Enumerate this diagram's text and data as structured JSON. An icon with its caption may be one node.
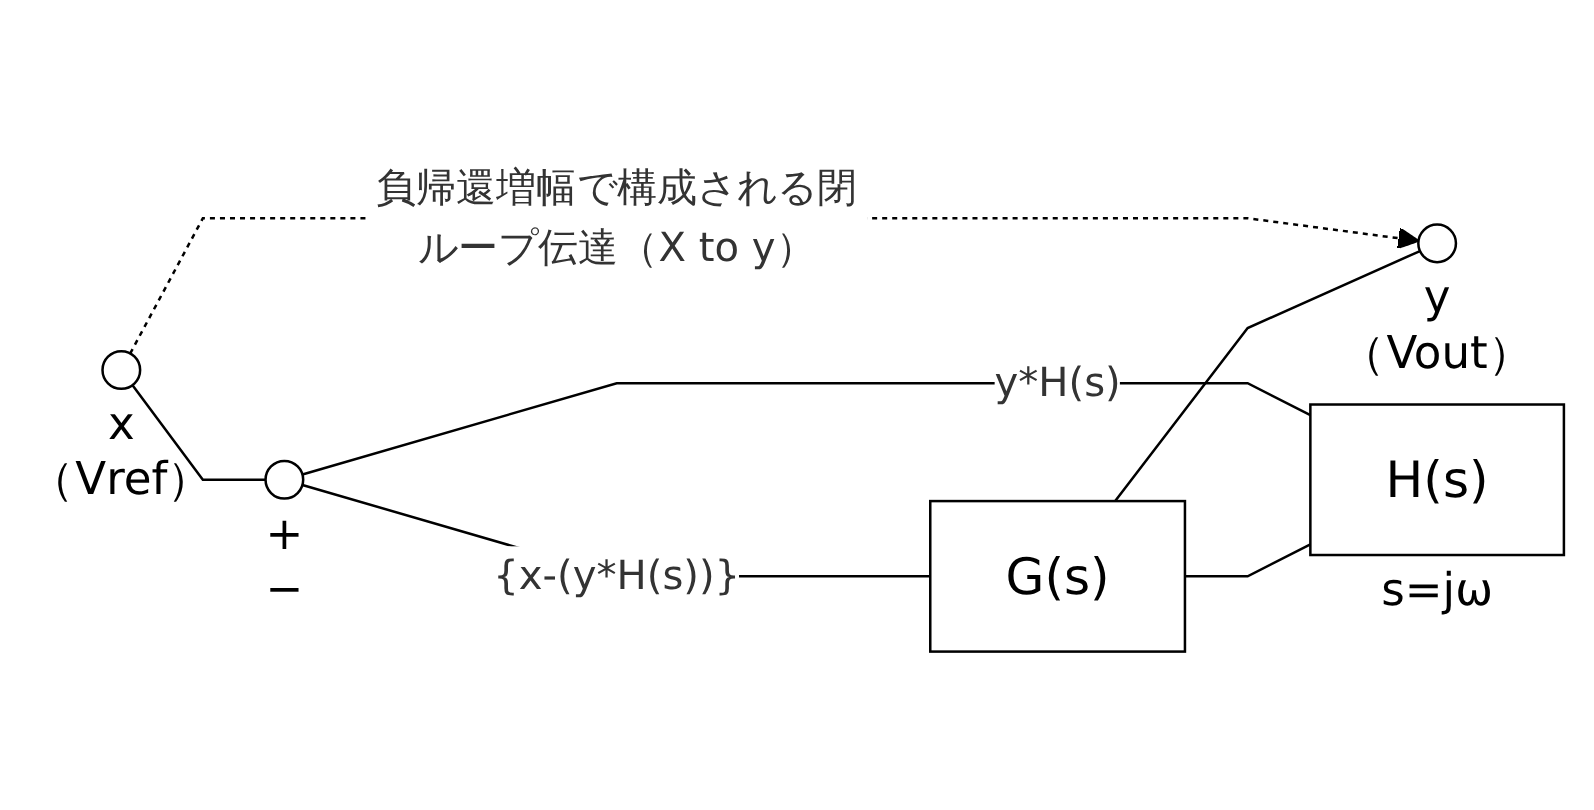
{
  "diagram": {
    "nodes": [
      {
        "text": [],
        "shape": "circle",
        "beside": [
          "x",
          "（Vref）"
        ]
      },
      {
        "text": [],
        "shape": "circle",
        "beside": [
          "+",
          "−"
        ]
      },
      {
        "text": [
          "G(s)"
        ]
      },
      {
        "text": [],
        "shape": "circle",
        "beside": [
          "y",
          "（Vout）"
        ]
      },
      {
        "text": [
          "H(s)"
        ],
        "beside": [
          "s=jω"
        ]
      }
    ],
    "edges": [
      {
        "from": 0,
        "to": 1,
        "arrow": "none"
      },
      {
        "from": 1,
        "to": 2,
        "arrow": "none",
        "label": "{x-(y*H(s))}"
      },
      {
        "from": 2,
        "to": 3,
        "arrow": "none"
      },
      {
        "from": 2,
        "to": 4,
        "arrow": "none"
      },
      {
        "from": 4,
        "to": 1,
        "arrow": "none",
        "label": "y*H(s)"
      },
      {
        "from": 0,
        "to": 3,
        "arrow": "to",
        "style": "dashed",
        "label": "負帰還増幅で構成される閉ループ伝達（X to y）"
      }
    ]
  }
}
